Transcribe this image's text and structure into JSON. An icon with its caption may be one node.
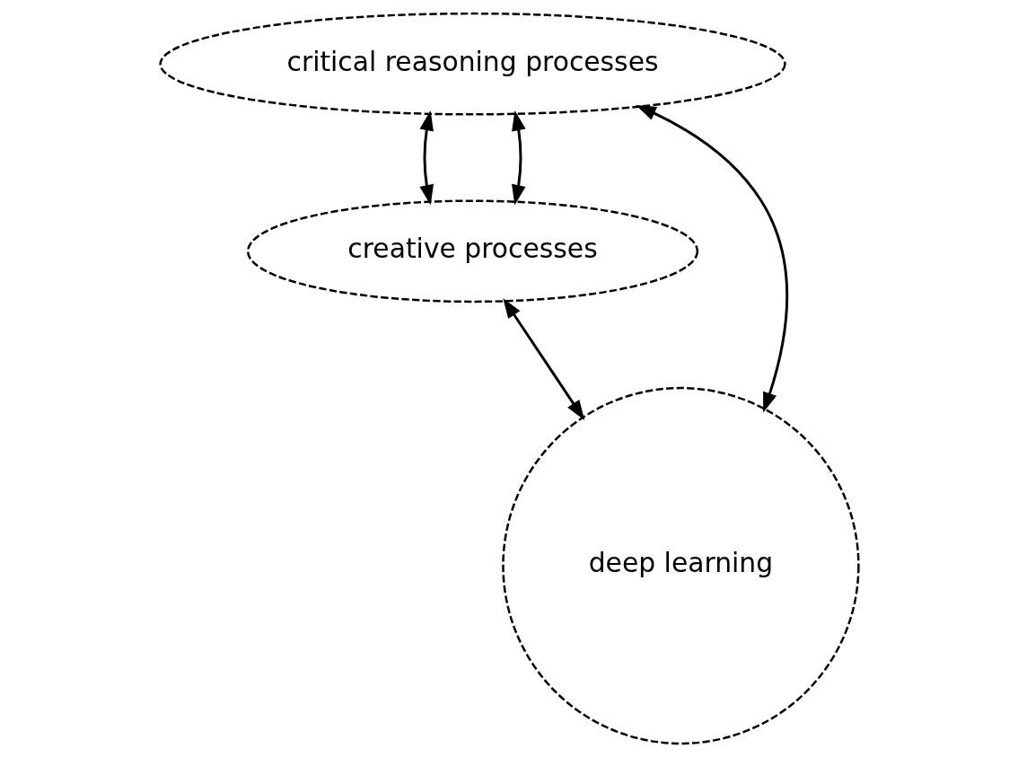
{
  "diagram": {
    "nodes": [
      {
        "text": [
          "creative processes"
        ]
      },
      {
        "text": [
          "deep learning"
        ]
      },
      {
        "text": [
          "critical reasoning processes"
        ]
      }
    ],
    "edges": [
      {
        "from": 2,
        "to": 0,
        "arrow": "both"
      },
      {
        "from": 2,
        "to": 1,
        "arrow": "both"
      },
      {
        "from": 0,
        "to": 1,
        "arrow": "both"
      },
      {
        "from": 2,
        "to": 0,
        "arrow": "both"
      }
    ]
  }
}
